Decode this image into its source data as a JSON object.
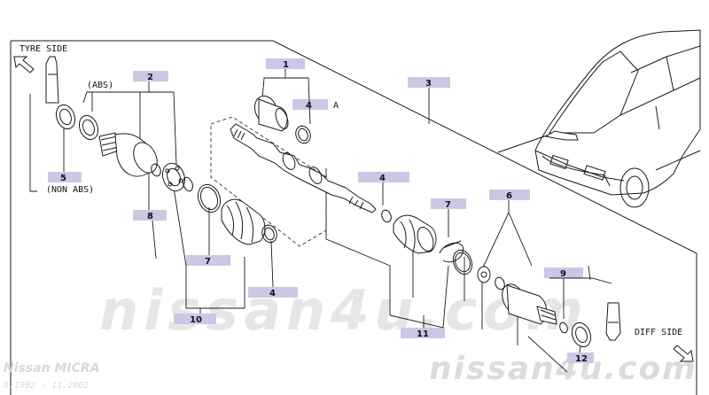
{
  "labels": {
    "tyre_side": "TYRE SIDE",
    "diff_side": "DIFF SIDE",
    "abs": "(ABS)",
    "non_abs": "(NON ABS)",
    "ref_a": "A"
  },
  "callouts": [
    "1",
    "2",
    "3",
    "4",
    "4",
    "4",
    "5",
    "6",
    "7",
    "7",
    "8",
    "9",
    "10",
    "11",
    "12"
  ],
  "watermark": {
    "center": "nissan4u.com",
    "corner": "nissan4u.com"
  },
  "model": {
    "name": "Nissan MICRA",
    "years": "8.1992 - 11.2002"
  },
  "colors": {
    "line": "#1a1a1a",
    "callout_box": "#c9c9e6",
    "watermark": "#e3e3e3",
    "corner_text": "#dedede"
  }
}
